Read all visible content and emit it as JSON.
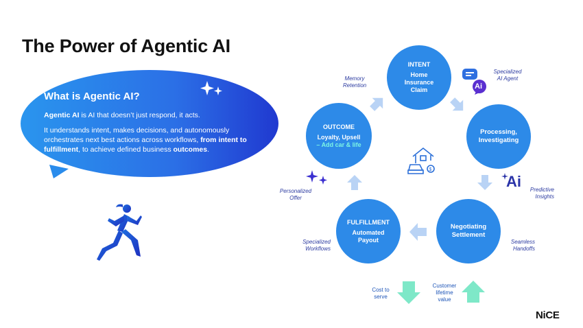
{
  "title": "The Power of Agentic AI",
  "bubble": {
    "heading": "What is Agentic AI?",
    "p1_bold": "Agentic AI",
    "p1_rest": " is AI that doesn’t just respond, it acts.",
    "p2_start": "It understands intent, makes decisions, and autonomously orchestrates next best actions across workflows, ",
    "p2_bold1": "from intent to fulfillment",
    "p2_mid": ", to achieve defined business ",
    "p2_bold2": "outcomes",
    "p2_end": "."
  },
  "cycle": {
    "intent": {
      "heading": "INTENT",
      "body": "Home Insurance Claim"
    },
    "processing": {
      "body": "Processing, Investigating"
    },
    "negotiating": {
      "body": "Negotiating Settlement"
    },
    "fulfillment": {
      "heading": "FULFILLMENT",
      "body": "Automated Payout"
    },
    "outcome": {
      "heading": "OUTCOME",
      "body_main": "Loyalty, Upsell",
      "body_highlight": "– Add car & life"
    }
  },
  "side_labels": {
    "memory": "Memory Retention",
    "agent": "Specialized AI Agent",
    "predictive": "Predictive Insights",
    "handoffs": "Seamless Handoffs",
    "workflows": "Specialized Workflows",
    "offer": "Personalized Offer"
  },
  "ai_badge_chat": "Ai",
  "ai_badge_predict": "Ai",
  "kpis": {
    "cost": "Cost to serve",
    "clv": "Customer lifetime value"
  },
  "logo": "NiCE",
  "colors": {
    "circle": "#2d8ae8",
    "arrow": "#b9d3f5",
    "label": "#2b3aa0",
    "kpi_arrow": "#7ee8c8",
    "highlight": "#7cf5e4"
  }
}
